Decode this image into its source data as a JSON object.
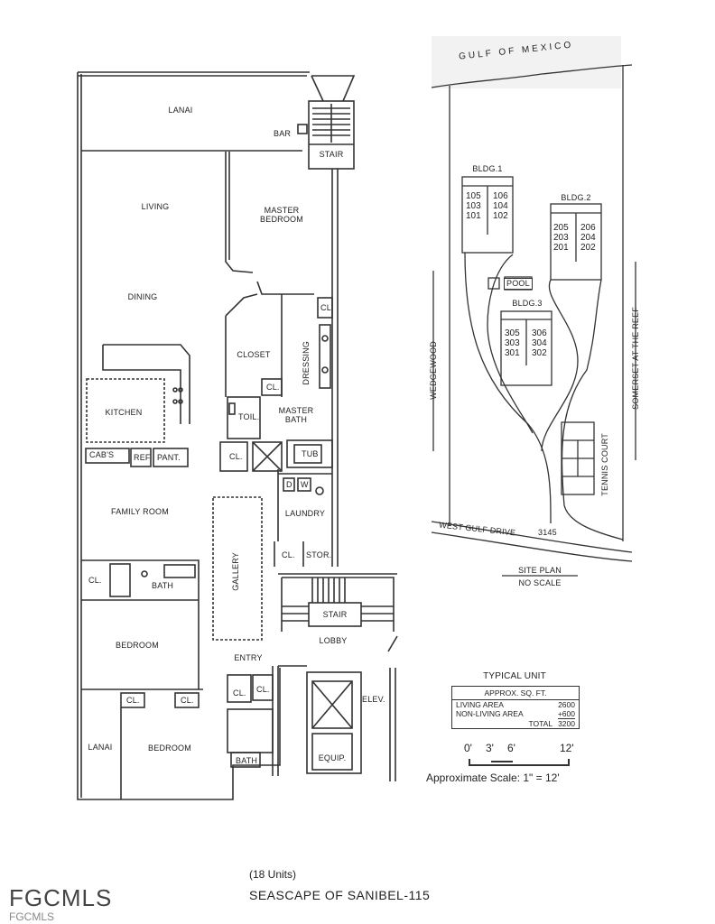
{
  "floor_plan": {
    "rooms": {
      "lanai_top": "LANAI",
      "bar": "BAR",
      "stair_top": "STAIR",
      "living": "LIVING",
      "master_bedroom_1": "MASTER",
      "master_bedroom_2": "BEDROOM",
      "dining": "DINING",
      "cl_master": "CL",
      "closet": "CLOSET",
      "dressing": "DRESSING",
      "kitchen": "KITCHEN",
      "cl_closet": "CL.",
      "toilet": "TOIL.",
      "master_bath_1": "MASTER",
      "master_bath_2": "BATH",
      "cabs": "CAB'S",
      "ref": "REF",
      "pantry": "PANT.",
      "cl_bath": "CL.",
      "tub": "TUB",
      "dryer": "D",
      "washer": "W",
      "family_room": "FAMILY ROOM",
      "laundry": "LAUNDRY",
      "gallery": "GALLERY",
      "cl_laundry": "CL.",
      "storage": "STOR.",
      "cl_bed1": "CL.",
      "bath_bed1": "BATH",
      "stair_lobby": "STAIR",
      "lobby": "LOBBY",
      "bedroom_1": "BEDROOM",
      "entry": "ENTRY",
      "cl_entry1": "CL.",
      "cl_entry2": "CL.",
      "elevator": "ELEV.",
      "cl_bed2a": "CL.",
      "cl_bed2b": "CL.",
      "lanai_bottom": "LANAI",
      "bedroom_2": "BEDROOM",
      "bath_bed2": "BATH",
      "equipment": "EQUIP."
    }
  },
  "site_plan": {
    "water": "GULF OF MEXICO",
    "buildings": [
      {
        "name": "BLDG.1",
        "left_units": [
          "105",
          "103",
          "101"
        ],
        "right_units": [
          "106",
          "104",
          "102"
        ]
      },
      {
        "name": "BLDG.2",
        "left_units": [
          "205",
          "203",
          "201"
        ],
        "right_units": [
          "206",
          "204",
          "202"
        ]
      },
      {
        "name": "BLDG.3",
        "left_units": [
          "305",
          "303",
          "301"
        ],
        "right_units": [
          "306",
          "304",
          "302"
        ]
      }
    ],
    "pool": "POOL",
    "west_neighbor": "WEDGEWOOD",
    "east_neighbor": "SOMERSET AT THE REEF",
    "tennis": "TENNIS COURT",
    "road": "WEST GULF DRIVE",
    "address": "3145",
    "title": "SITE PLAN",
    "subtitle": "NO SCALE"
  },
  "typical_unit": {
    "title": "TYPICAL UNIT",
    "header": "APPROX. SQ. FT.",
    "rows": [
      {
        "label": "LIVING AREA",
        "value": "2600"
      },
      {
        "label": "NON-LIVING AREA",
        "value": "+600"
      }
    ],
    "total_label": "TOTAL",
    "total_value": "3200"
  },
  "scale": {
    "ticks": [
      "0'",
      "3'",
      "6'",
      "12'"
    ],
    "caption": "Approximate Scale: 1\" = 12'"
  },
  "footer": {
    "units": "(18 Units)",
    "project": "SEASCAPE OF SANIBEL-115"
  },
  "watermark": {
    "large": "FGCMLS",
    "small": "FGCMLS"
  }
}
